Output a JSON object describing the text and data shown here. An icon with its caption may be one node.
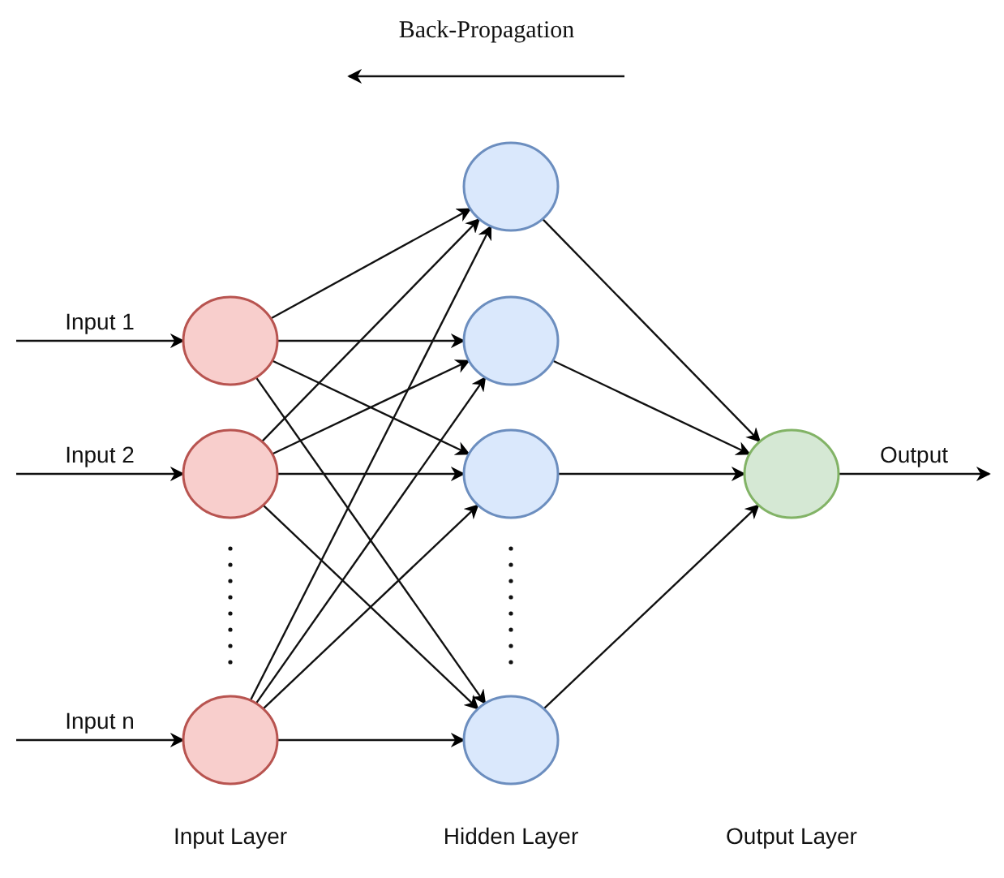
{
  "diagram": {
    "nodes": [
      {
        "text": [],
        "shape": "circle"
      },
      {
        "text": [],
        "shape": "circle"
      },
      {
        "text": [],
        "shape": "circle"
      },
      {
        "text": [],
        "shape": "circle"
      },
      {
        "text": [],
        "shape": "circle"
      },
      {
        "text": [],
        "shape": "circle"
      },
      {
        "text": [],
        "shape": "circle"
      },
      {
        "text": [],
        "shape": "circle"
      }
    ],
    "edges": [
      {
        "from": null,
        "to": 0,
        "arrow": "to",
        "label": "Input 1"
      },
      {
        "from": null,
        "to": 1,
        "arrow": "to",
        "label": "Input 2"
      },
      {
        "from": null,
        "to": 2,
        "arrow": "to",
        "label": "Input n"
      },
      {
        "from": 0,
        "to": 3,
        "arrow": "to"
      },
      {
        "from": 0,
        "to": 4,
        "arrow": "to"
      },
      {
        "from": 0,
        "to": 5,
        "arrow": "to"
      },
      {
        "from": 0,
        "to": 6,
        "arrow": "to"
      },
      {
        "from": 1,
        "to": 3,
        "arrow": "to"
      },
      {
        "from": 1,
        "to": 4,
        "arrow": "to"
      },
      {
        "from": 1,
        "to": 5,
        "arrow": "to"
      },
      {
        "from": 1,
        "to": 6,
        "arrow": "to"
      },
      {
        "from": 2,
        "to": 3,
        "arrow": "to"
      },
      {
        "from": 2,
        "to": 4,
        "arrow": "to"
      },
      {
        "from": 2,
        "to": 5,
        "arrow": "to"
      },
      {
        "from": 2,
        "to": 6,
        "arrow": "to"
      },
      {
        "from": 3,
        "to": 7,
        "arrow": "to"
      },
      {
        "from": 4,
        "to": 7,
        "arrow": "to"
      },
      {
        "from": 5,
        "to": 7,
        "arrow": "to"
      },
      {
        "from": 6,
        "to": 7,
        "arrow": "to"
      },
      {
        "from": 7,
        "to": null,
        "arrow": "to",
        "label": "Output"
      }
    ],
    "labels": [
      "Back-Propagation",
      "Input Layer",
      "Hidden Layer",
      "Output Layer"
    ]
  }
}
